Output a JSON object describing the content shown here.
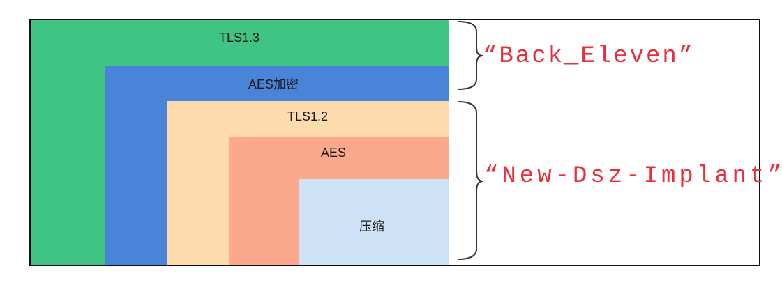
{
  "layers": [
    {
      "label": "TLS1.3",
      "color": "#40c483"
    },
    {
      "label": "AES加密",
      "color": "#4a84d8"
    },
    {
      "label": "TLS1.2",
      "color": "#fddbad"
    },
    {
      "label": "AES",
      "color": "#fba88c"
    },
    {
      "label": "压缩",
      "color": "#cde2f6"
    }
  ],
  "groups": [
    {
      "label": "“Back_Eleven”",
      "color": "#e8303a"
    },
    {
      "label": "“New-Dsz-Implant”",
      "color": "#e8303a"
    }
  ]
}
